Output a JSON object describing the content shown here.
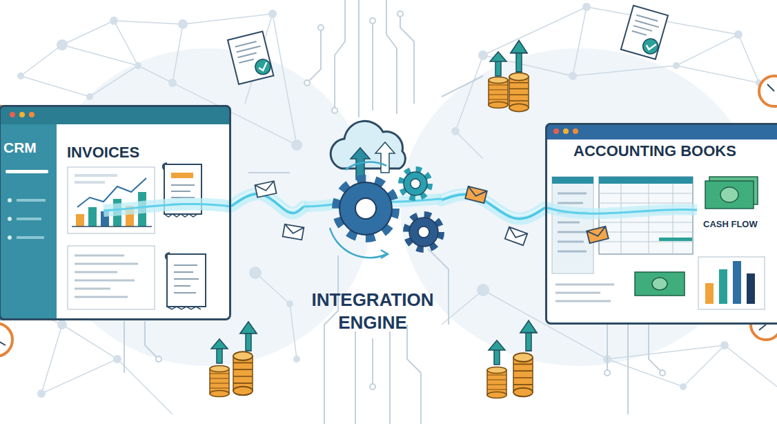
{
  "diagram": {
    "nodes": [
      {
        "text": [
          "CRM",
          "INVOICES"
        ]
      },
      {
        "text": [
          "INTEGRATION ENGINE"
        ]
      },
      {
        "text": [
          "ACCOUNTING BOOKS",
          "CASH FLOW"
        ]
      }
    ],
    "edges": [
      {
        "from": 0,
        "to": 1,
        "arrow": "none"
      },
      {
        "from": 1,
        "to": 2,
        "arrow": "none"
      }
    ]
  }
}
